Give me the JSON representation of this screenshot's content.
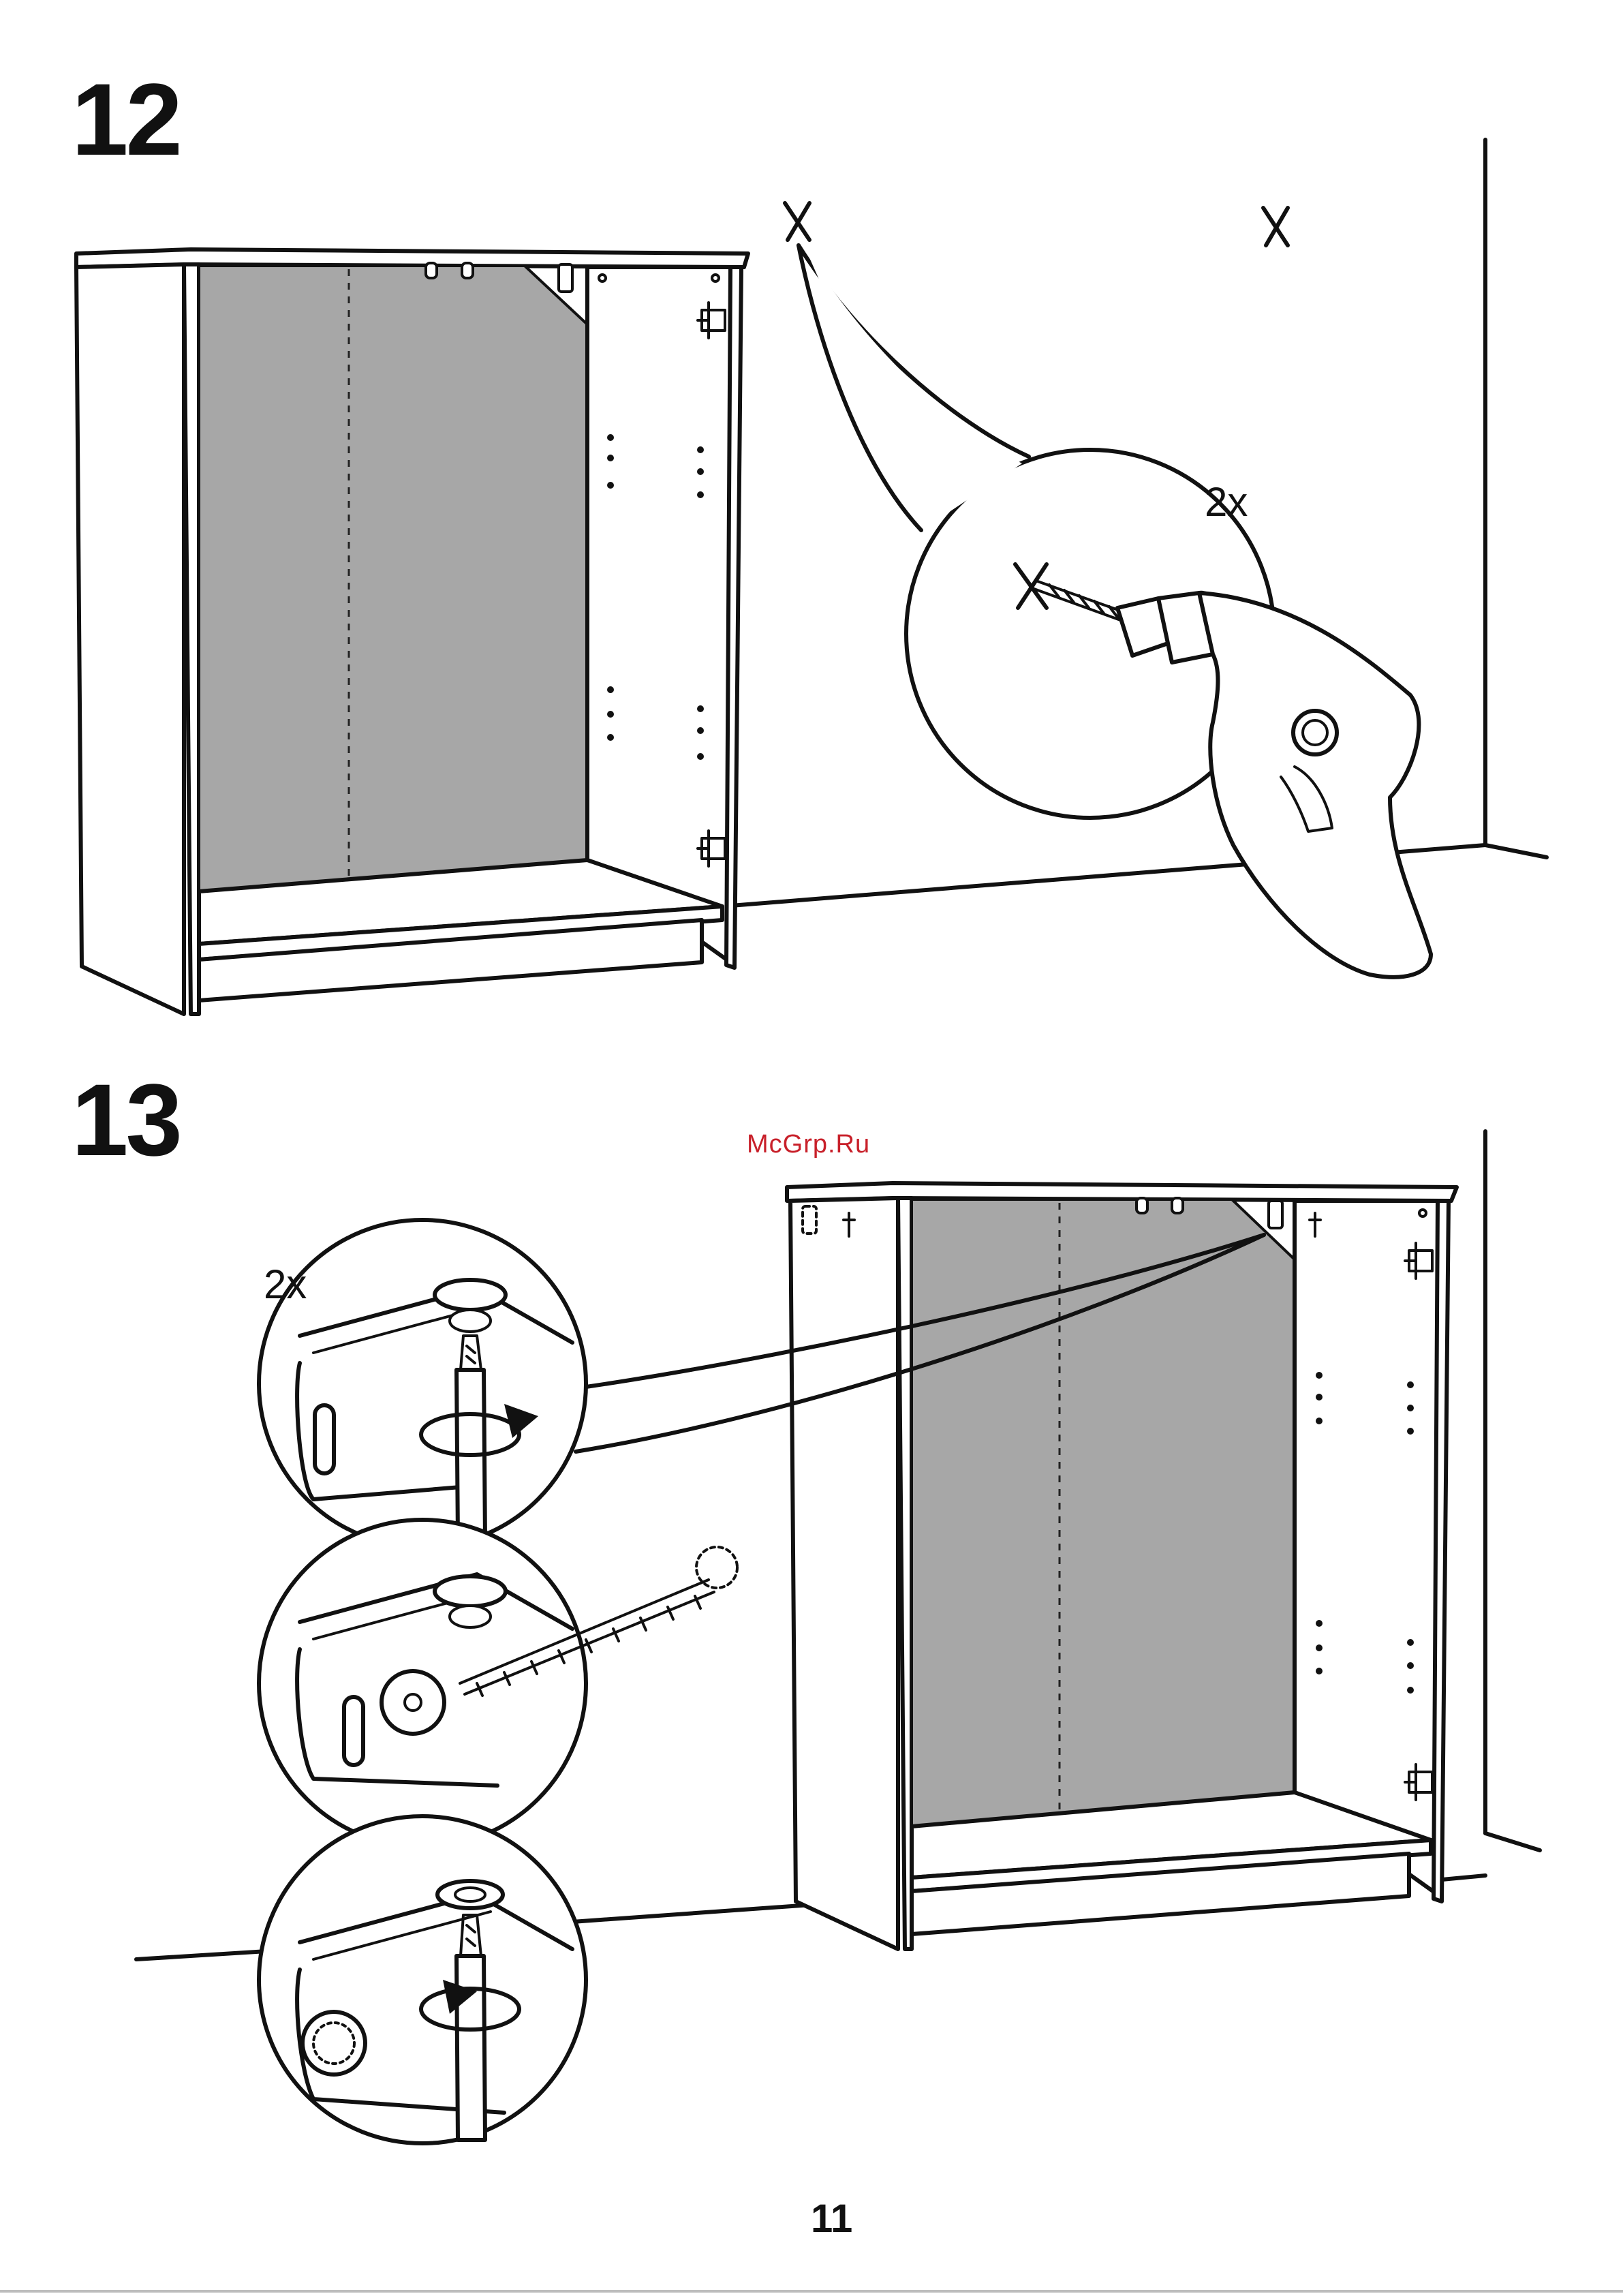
{
  "steps": {
    "step_12": {
      "number": "12",
      "quantity": "2x"
    },
    "step_13": {
      "number": "13",
      "quantity": "2x"
    }
  },
  "watermark": "McGrp.Ru",
  "watermark_color": "#c8202a",
  "page_number": "11",
  "icons": {
    "step_12": [
      "cabinet-illustration",
      "drill-mark-icon",
      "drill-icon",
      "detail-callout"
    ],
    "step_13": [
      "cabinet-illustration",
      "screwdriver-icon",
      "wall-screw-icon",
      "washer-icon",
      "detail-callout"
    ]
  }
}
